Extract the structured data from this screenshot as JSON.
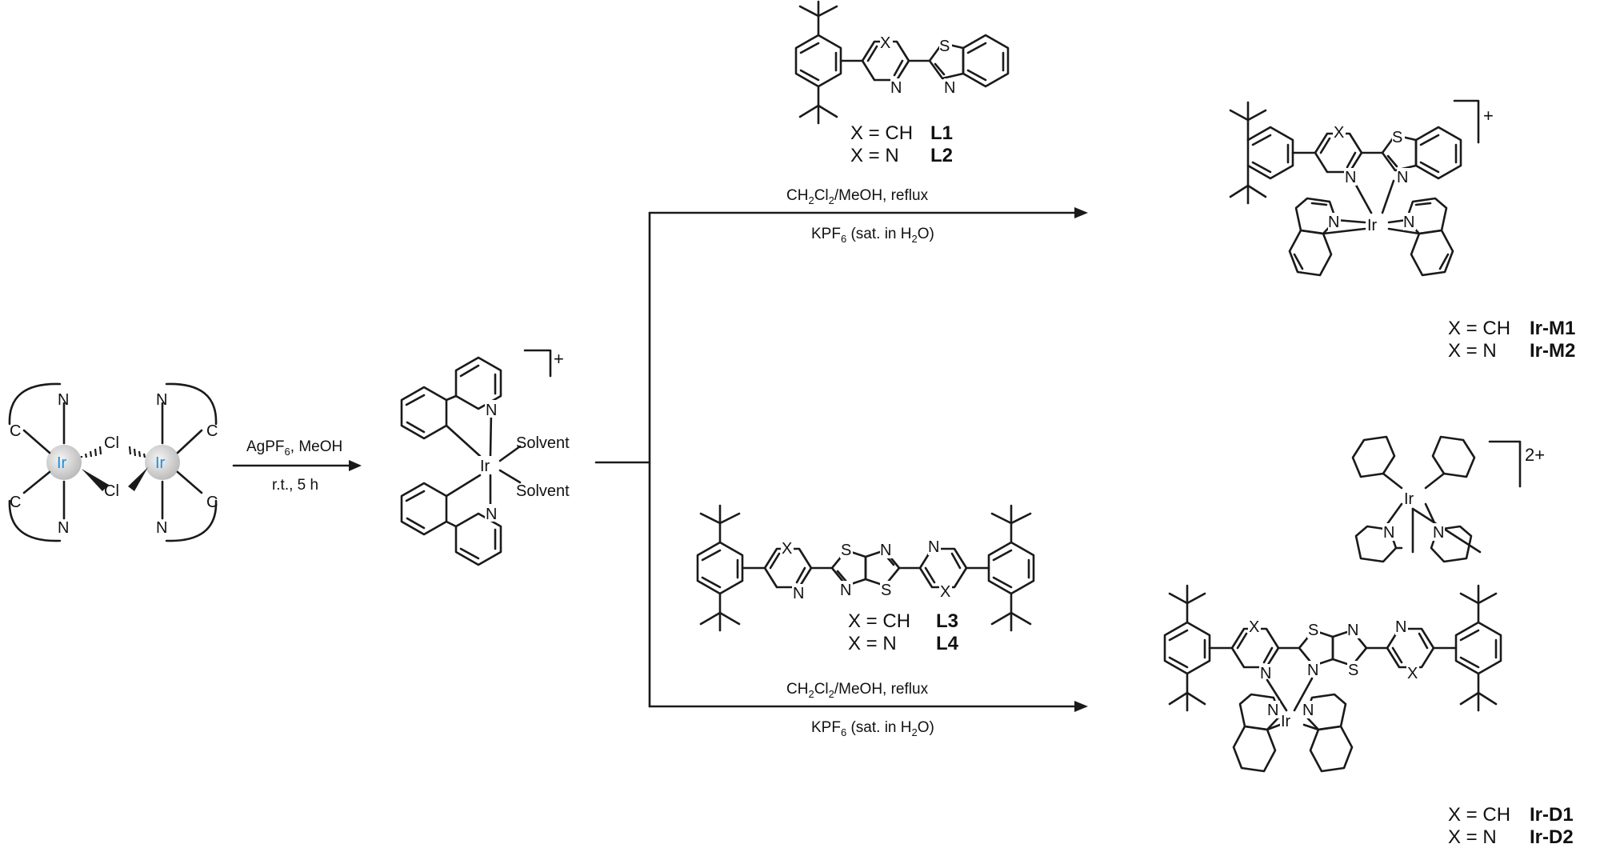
{
  "atoms": {
    "N": "N",
    "C": "C",
    "Cl": "Cl",
    "Ir": "Ir",
    "S": "S",
    "X": "X",
    "Solvent": "Solvent"
  },
  "arrow1": {
    "top_prefix": "AgPF",
    "top_sub": "6",
    "top_suffix": ", MeOH",
    "bottom": "r.t., 5 h"
  },
  "arrow_upper": {
    "top_a": "CH",
    "top_sub1": "2",
    "top_b": "Cl",
    "top_sub2": "2",
    "top_c": "/MeOH, reflux",
    "bottom_a": "KPF",
    "bottom_sub1": "6",
    "bottom_b": " (sat. in H",
    "bottom_sub2": "2",
    "bottom_c": "O)"
  },
  "arrow_lower": {
    "top_a": "CH",
    "top_sub1": "2",
    "top_b": "Cl",
    "top_sub2": "2",
    "top_c": "/MeOH, reflux",
    "bottom_a": "KPF",
    "bottom_sub1": "6",
    "bottom_b": " (sat. in H",
    "bottom_sub2": "2",
    "bottom_c": "O)"
  },
  "charges": {
    "solvento": "+",
    "mono": "+",
    "di": "2+"
  },
  "labels": {
    "L1_x": "X = CH",
    "L1_name": "L1",
    "L2_x": "X = N",
    "L2_name": "L2",
    "L3_x": "X = CH",
    "L3_name": "L3",
    "L4_x": "X = N",
    "L4_name": "L4",
    "M1_x": "X = CH",
    "M1_name": "Ir-M1",
    "M2_x": "X = N",
    "M2_name": "Ir-M2",
    "D1_x": "X = CH",
    "D1_name": "Ir-D1",
    "D2_x": "X = N",
    "D2_name": "Ir-D2"
  }
}
